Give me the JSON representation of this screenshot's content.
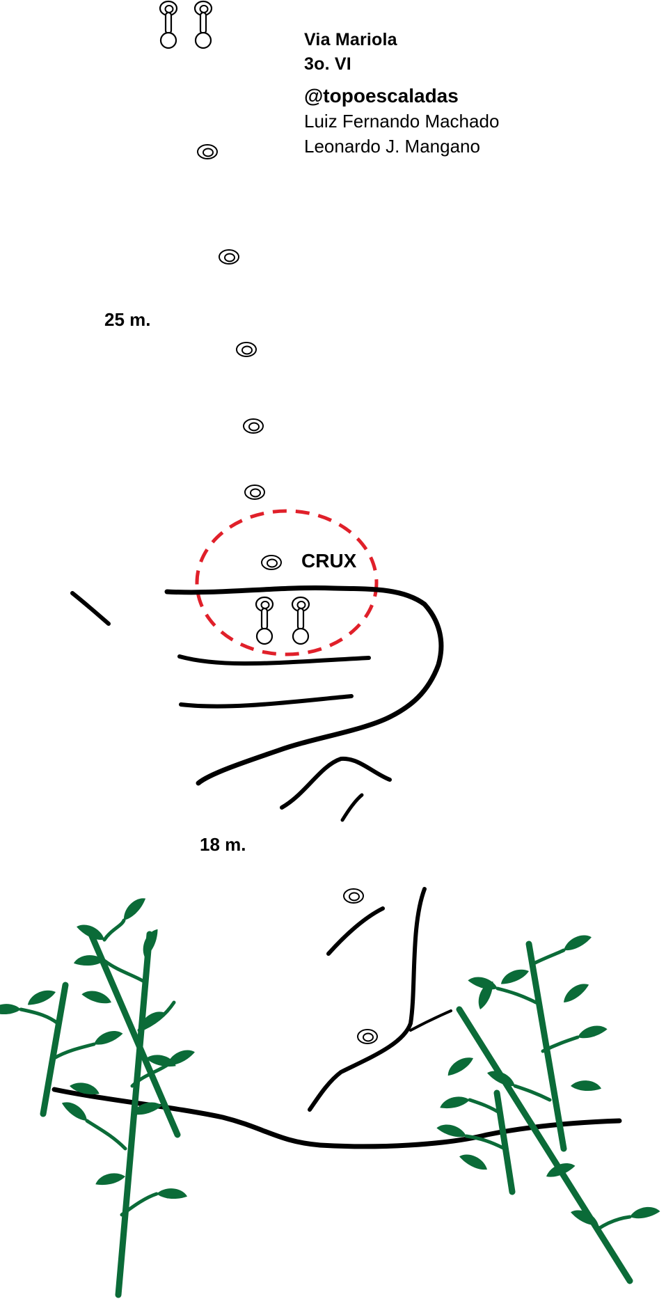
{
  "route": {
    "name": "Via Mariola",
    "grade": "3o. VI",
    "handle": "@topoescaladas",
    "authors": [
      "Luiz Fernando Machado",
      "Leonardo J. Mangano"
    ]
  },
  "labels": {
    "height_upper": "25 m.",
    "height_lower": "18 m.",
    "crux": "CRUX"
  },
  "colors": {
    "ink": "#000000",
    "crux_ring": "#e0202a",
    "vegetation": "#0b6b38"
  },
  "icons": {
    "bolt": "bolt-icon",
    "anchor": "anchor-chain-icon",
    "vegetation": "leaf-vine-icon"
  }
}
